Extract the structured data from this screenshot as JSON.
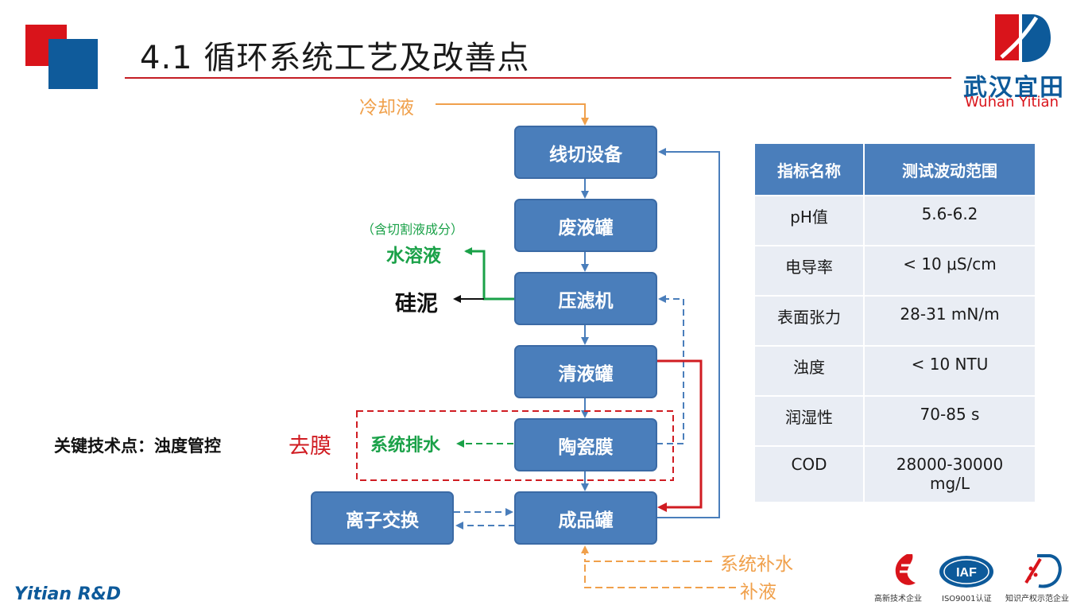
{
  "header": {
    "title": "4.1 循环系统工艺及改善点"
  },
  "logo": {
    "cn": "武汉宜田",
    "en": "Wuhan Yitian"
  },
  "flow": {
    "nodes": {
      "wire_cut": "线切设备",
      "waste_tank": "废液罐",
      "filter_press": "压滤机",
      "clear_tank": "清液罐",
      "ceramic_membrane": "陶瓷膜",
      "product_tank": "成品罐",
      "ion_exchange": "离子交换"
    },
    "labels": {
      "coolant": "冷却液",
      "cutting_note": "（含切割液成分）",
      "aqueous": "水溶液",
      "silicon_sludge": "硅泥",
      "system_drain": "系统排水",
      "system_water": "系统补水",
      "replenish": "补液",
      "remove_membrane": "去膜"
    },
    "key_point": "关键技术点：浊度管控",
    "colors": {
      "blue": "#4a7ebb",
      "orange": "#f0a04b",
      "green": "#1aa148",
      "red": "#d01c22",
      "black": "#111111"
    }
  },
  "table": {
    "headers": [
      "指标名称",
      "测试波动范围"
    ],
    "rows": [
      [
        "pH值",
        "5.6-6.2"
      ],
      [
        "电导率",
        "< 10 μS/cm"
      ],
      [
        "表面张力",
        "28-31 mN/m"
      ],
      [
        "浊度",
        "< 10 NTU"
      ],
      [
        "润湿性",
        "70-85 s"
      ],
      [
        "COD",
        "28000-30000 mg/L"
      ]
    ]
  },
  "footer": {
    "brand": "Yitian R&D",
    "certs": [
      "高新技术企业",
      "ISO9001认证",
      "知识产权示范企业"
    ],
    "iaf_badge": "IAF"
  }
}
